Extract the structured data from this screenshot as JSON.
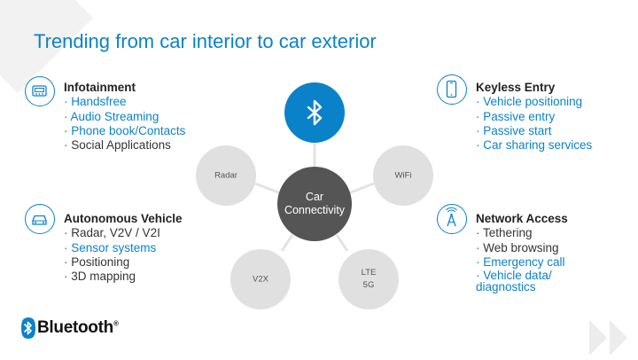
{
  "title": "Trending from car interior to car exterior",
  "center": {
    "line1": "Car",
    "line2": "Connectivity"
  },
  "nodes": {
    "radar": "Radar",
    "wifi": "WiFi",
    "v2x": "V2X",
    "lte_line1": "LTE",
    "lte_line2": "5G"
  },
  "groups": {
    "infotainment": {
      "heading": "Infotainment",
      "items": [
        "Handsfree",
        "Audio Streaming",
        "Phone book/Contacts",
        "Social Applications"
      ]
    },
    "autonomous": {
      "heading": "Autonomous Vehicle",
      "items": [
        "Radar, V2V / V2I",
        "Sensor systems",
        "Positioning",
        "3D mapping"
      ]
    },
    "keyless": {
      "heading": "Keyless Entry",
      "items": [
        "Vehicle positioning",
        "Passive entry",
        "Passive start",
        "Car sharing services"
      ]
    },
    "network": {
      "heading": "Network Access",
      "items": [
        "Tethering",
        "Web browsing",
        "Emergency call",
        "Vehicle data/ diagnostics"
      ]
    }
  },
  "bullet": "·",
  "logo": {
    "word": "Bluetooth",
    "mark": "®"
  },
  "colors": {
    "accent": "#0a82c9",
    "hub_dark": "#555555",
    "node_gray": "#e0e0e0"
  },
  "icons": {
    "infotainment": "car-radio-icon",
    "autonomous": "car-front-icon",
    "keyless": "smartphone-icon",
    "network": "cell-tower-icon",
    "center_top": "bluetooth-icon"
  }
}
